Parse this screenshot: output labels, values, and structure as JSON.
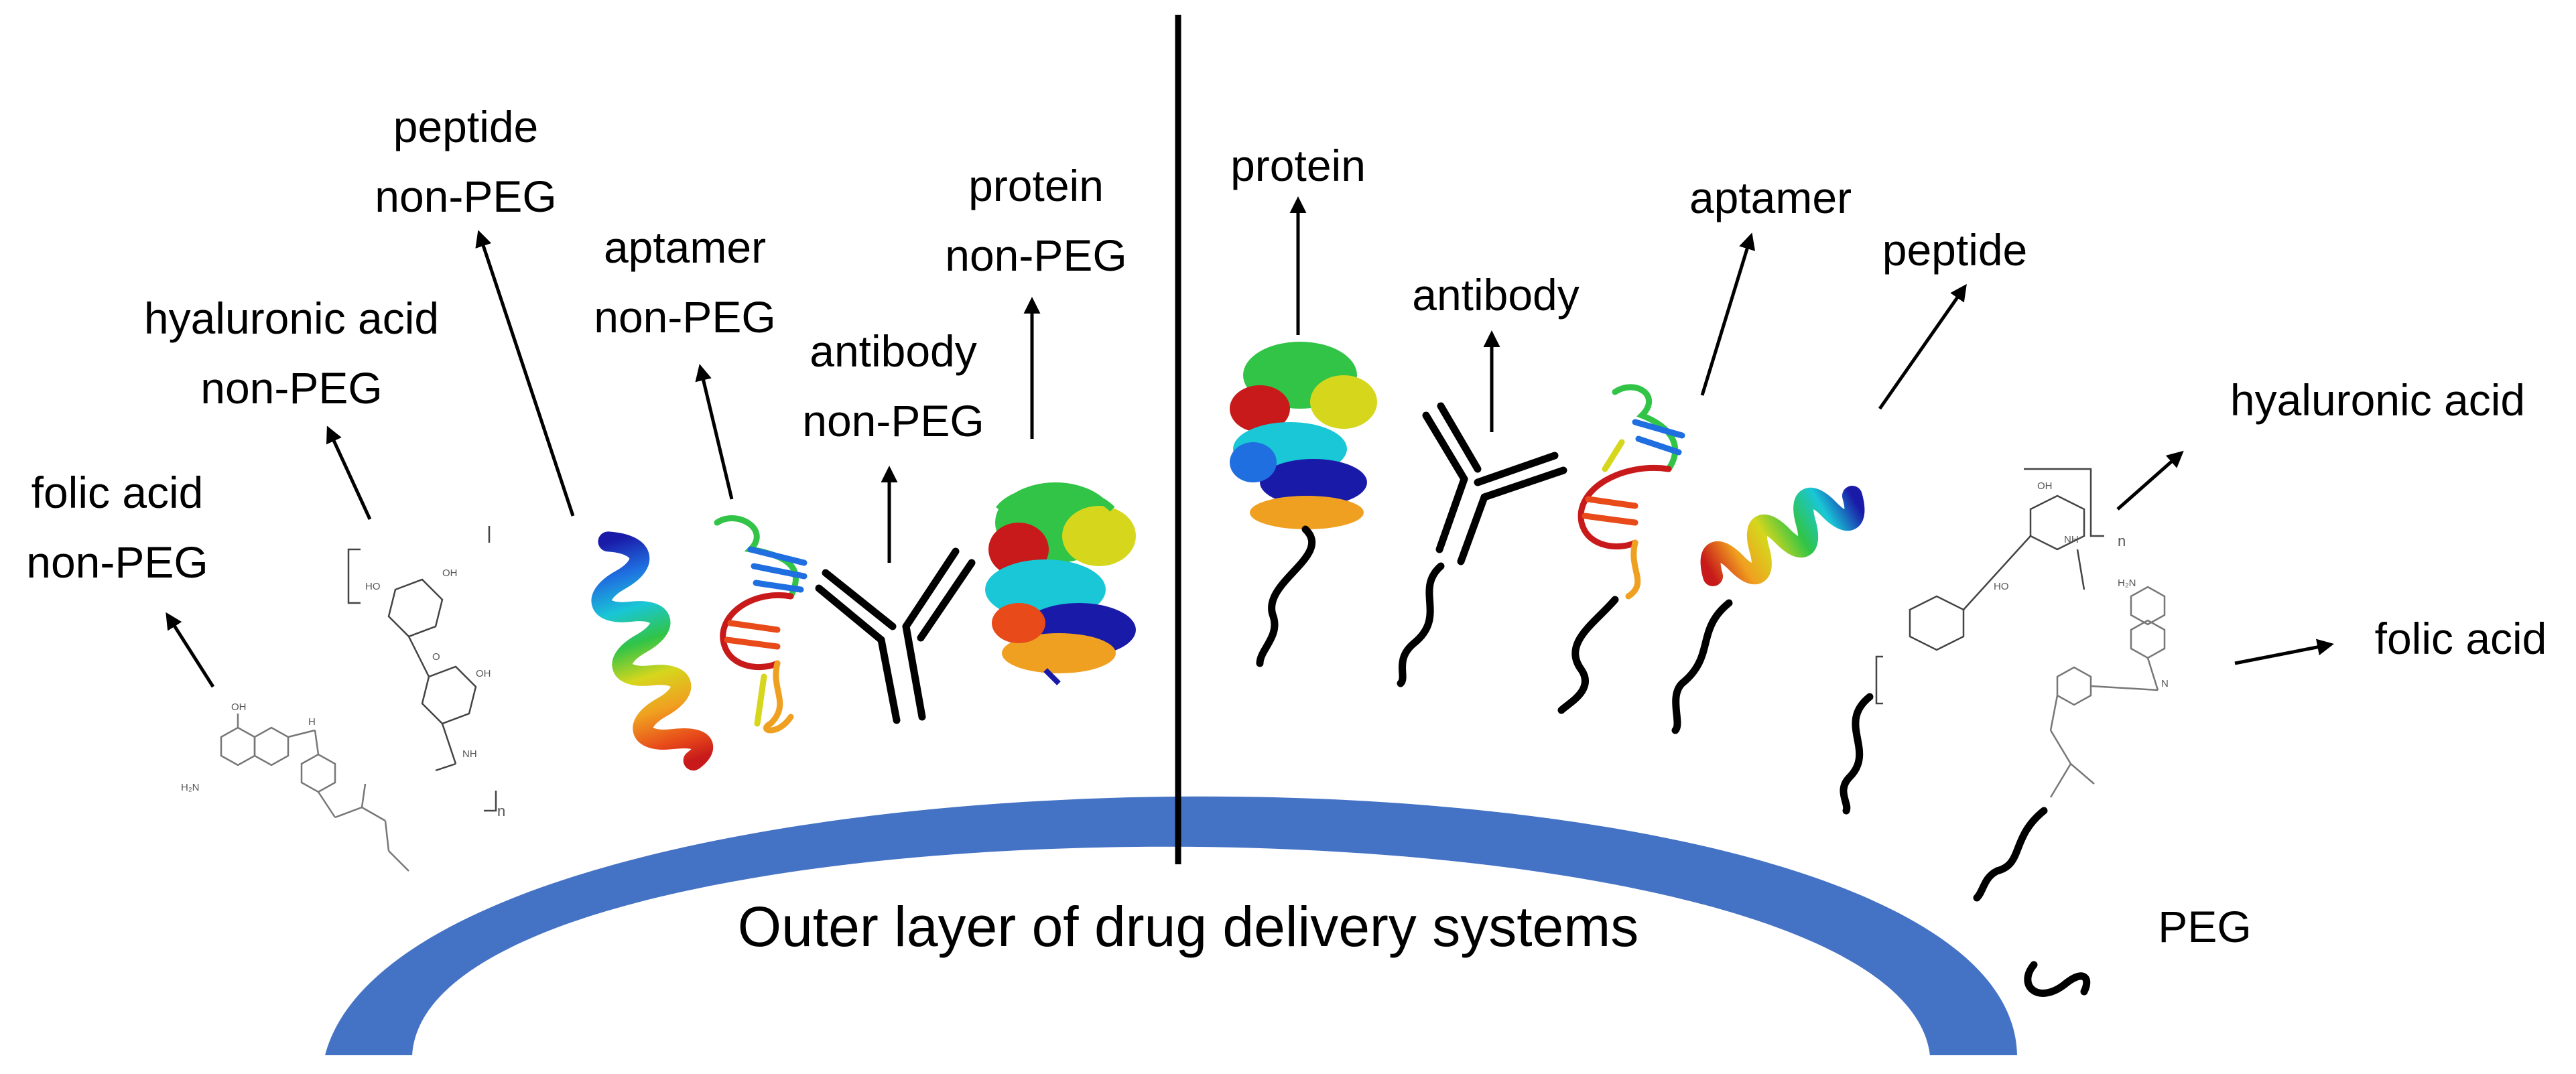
{
  "title": "Outer layer of drug delivery systems",
  "left_labels": {
    "folic_acid": [
      "folic acid",
      "non-PEG"
    ],
    "hyaluronic_acid": [
      "hyaluronic acid",
      "non-PEG"
    ],
    "peptide": [
      "peptide",
      "non-PEG"
    ],
    "aptamer": [
      "aptamer",
      "non-PEG"
    ],
    "antibody": [
      "antibody",
      "non-PEG"
    ],
    "protein": [
      "protein",
      "non-PEG"
    ]
  },
  "right_labels": {
    "protein": "protein",
    "antibody": "antibody",
    "aptamer": "aptamer",
    "peptide": "peptide",
    "hyaluronic_acid": "hyaluronic acid",
    "folic_acid": "folic acid",
    "peg": "PEG"
  },
  "chem_text": {
    "hyaluronic_repeat": "n",
    "oh": "OH",
    "ho": "HO",
    "nh": "NH",
    "o": "O",
    "h2n": "H₂N",
    "h": "H",
    "n": "N"
  },
  "colors": {
    "membrane": "#4472c4",
    "line": "#000000",
    "helix": [
      "#1a1aa8",
      "#1f6fe0",
      "#19c7d6",
      "#31c447",
      "#d6d61d",
      "#f0a020",
      "#e84a1a",
      "#c81a1a"
    ]
  }
}
